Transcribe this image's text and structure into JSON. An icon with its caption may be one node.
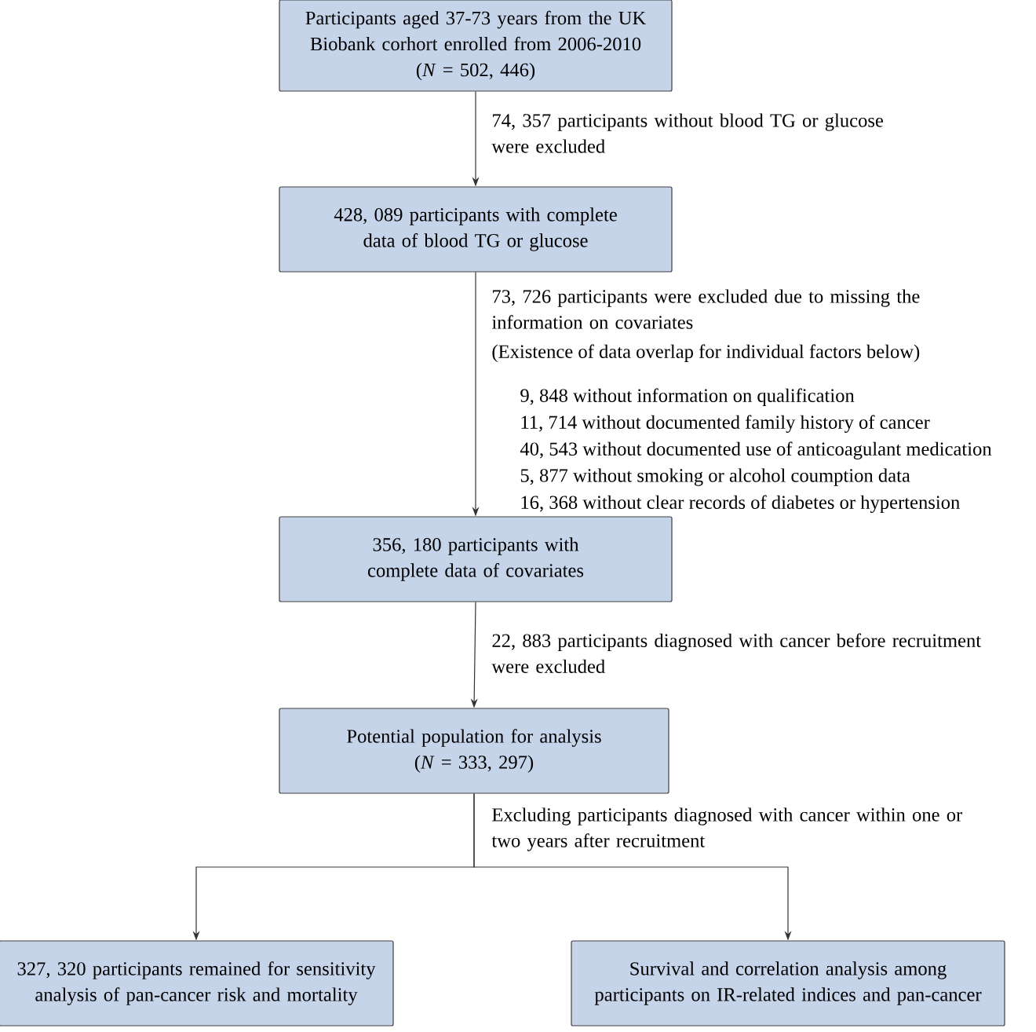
{
  "diagram": {
    "nodes": [
      {
        "text": [
          "Participants aged 37-73 years from the UK Biobank corhort enrolled from 2006-2010",
          "(*N* = 502, 446)"
        ]
      },
      {
        "text": [
          "428, 089 participants with complete data of blood TG or glucose"
        ]
      },
      {
        "text": [
          "356, 180 participants with complete data of covariates"
        ]
      },
      {
        "text": [
          "Potential population for analysis",
          "(*N* = 333, 297)"
        ]
      },
      {
        "text": [
          "327, 320 participants remained for sensitivity analysis of pan-cancer risk and mortality"
        ]
      },
      {
        "text": [
          "Survival and correlation analysis among participants on IR-related indices and pan-cancer"
        ]
      }
    ],
    "edges": [
      {
        "from": 0,
        "to": 1,
        "arrow": "to",
        "label": "74, 357 participants without blood TG or glucose were excluded"
      },
      {
        "from": 1,
        "to": 2,
        "arrow": "to",
        "label": "73, 726 participants were excluded due to missing the information on covariates"
      },
      {
        "from": 2,
        "to": 3,
        "arrow": "to",
        "label": "22, 883 participants diagnosed with cancer before recruitment were excluded"
      },
      {
        "from": 3,
        "to": 4,
        "arrow": "to",
        "label": "Excluding participants diagnosed with cancer within one or two years after recruitment"
      },
      {
        "from": 3,
        "to": 5,
        "arrow": "to"
      }
    ],
    "labels": [
      "(Existence of data overlap for individual factors below)",
      "9, 848 without information on qualification",
      "11, 714 without documented family history of cancer",
      "40, 543 without documented use of anticoagulant medication",
      "5, 877 without smoking or alcohol coumption data",
      "16, 368 without clear records of diabetes or hypertension"
    ]
  }
}
